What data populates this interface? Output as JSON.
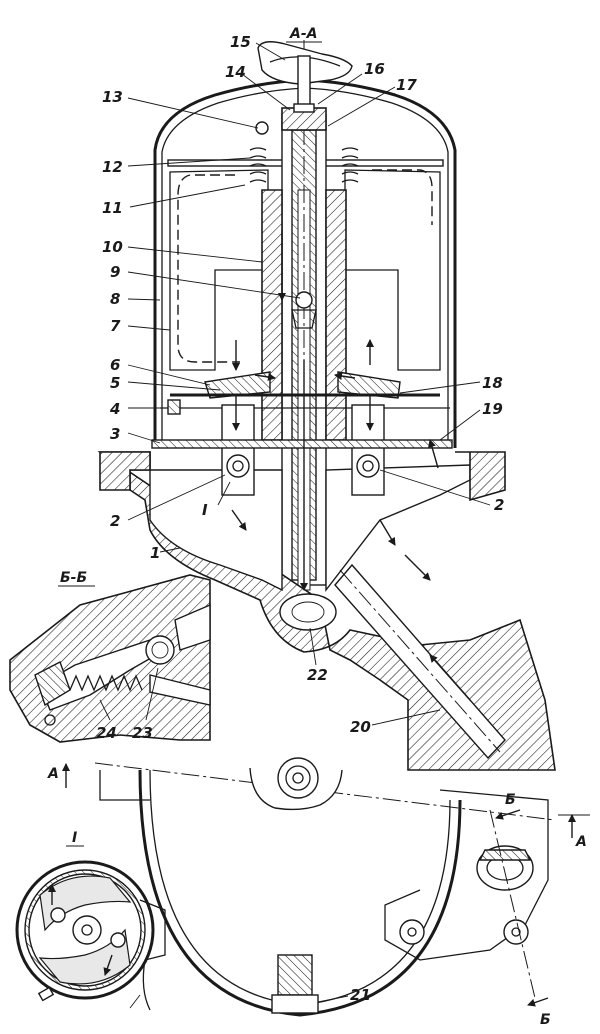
{
  "sections": {
    "aa_main": "А-А",
    "bb": "Б-Б",
    "view_one": "I",
    "cut_a_left": "A",
    "cut_a_right": "A",
    "cut_b_top": "Б",
    "cut_b_bottom": "Б"
  },
  "callouts": {
    "n1": "1",
    "n2_left": "2",
    "n2_right": "2",
    "n3": "3",
    "n4": "4",
    "n5": "5",
    "n6": "6",
    "n7": "7",
    "n8": "8",
    "n9": "9",
    "n10": "10",
    "n11": "11",
    "n12": "12",
    "n13": "13",
    "n14": "14",
    "n15": "15",
    "n16": "16",
    "n17": "17",
    "n18": "18",
    "n19": "19",
    "n20": "20",
    "n21": "21",
    "n22": "22",
    "n23": "23",
    "n24": "24",
    "roman_one": "I"
  }
}
